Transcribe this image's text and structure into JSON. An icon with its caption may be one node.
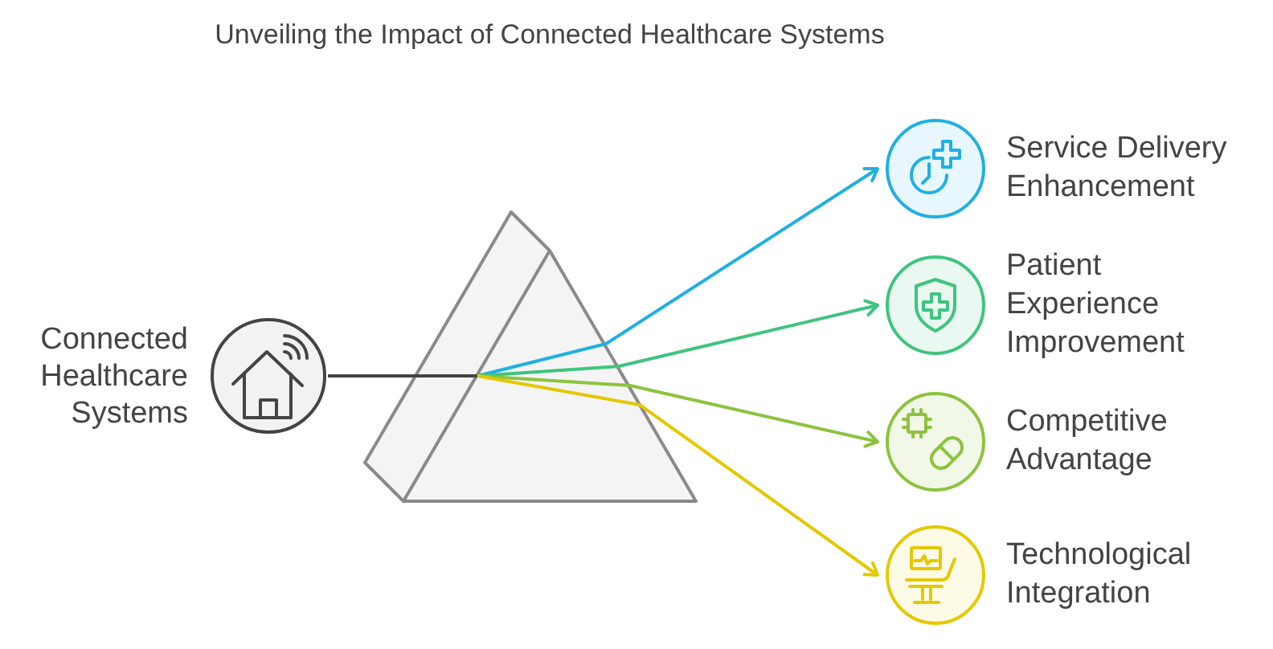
{
  "diagram": {
    "title": "Unveiling the Impact of Connected Healthcare Systems",
    "nodes": [
      {
        "text": [
          "Connected Healthcare Systems"
        ]
      },
      {
        "text": [
          "Service Delivery Enhancement"
        ]
      },
      {
        "text": [
          "Patient Experience Improvement"
        ]
      },
      {
        "text": [
          "Competitive Advantage"
        ]
      },
      {
        "text": [
          "Technological Integration"
        ]
      }
    ],
    "edges": [
      {
        "from": 0,
        "to": 1,
        "arrow": "to",
        "color": "#1fb0e3"
      },
      {
        "from": 0,
        "to": 2,
        "arrow": "to",
        "color": "#3ec47f"
      },
      {
        "from": 0,
        "to": 3,
        "arrow": "to",
        "color": "#8cc33d"
      },
      {
        "from": 0,
        "to": 4,
        "arrow": "to",
        "color": "#e5c800"
      }
    ]
  }
}
